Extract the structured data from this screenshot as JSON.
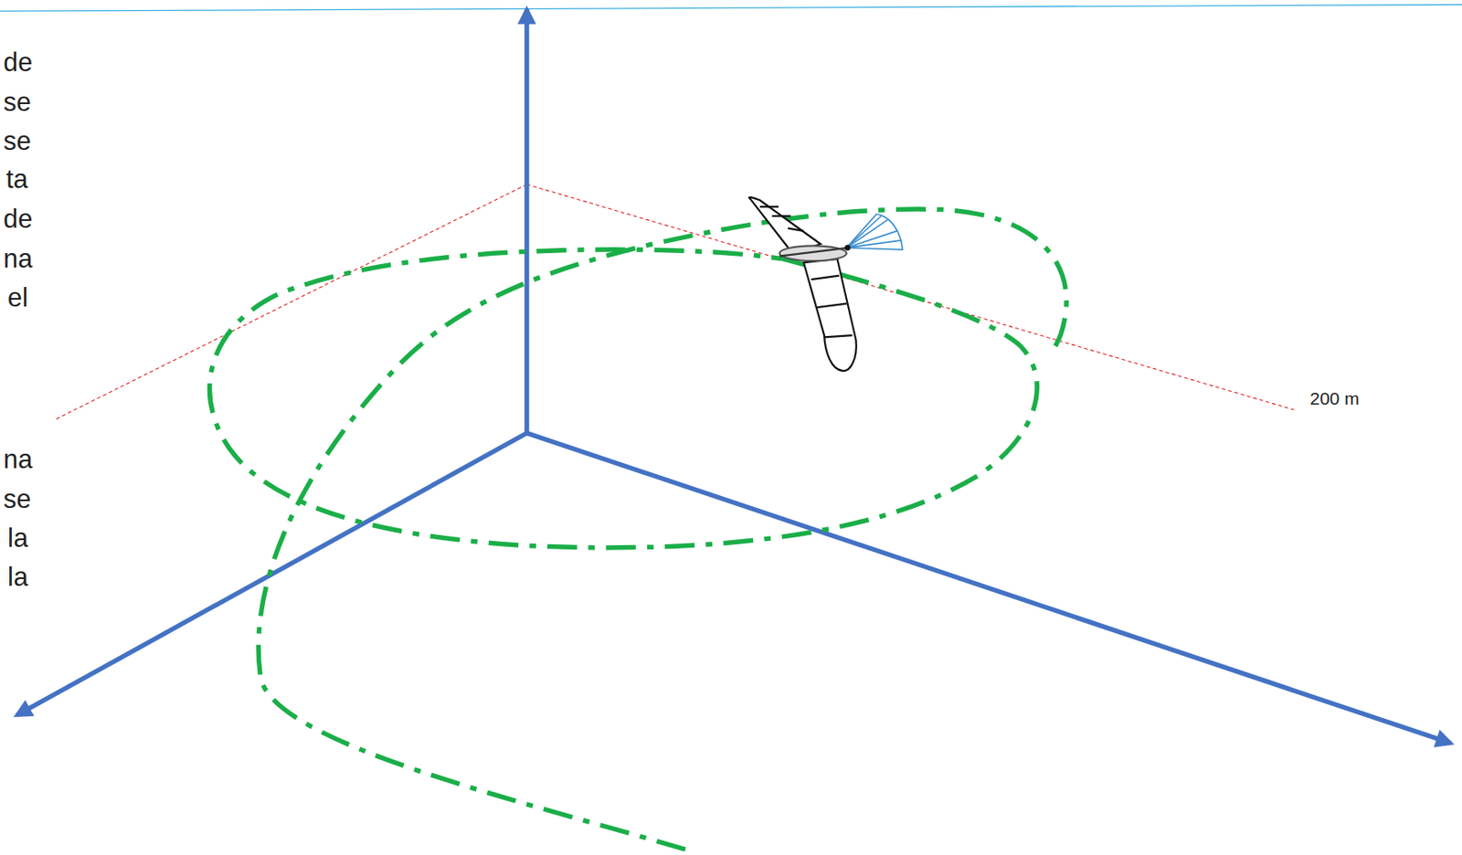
{
  "diagram": {
    "labels": [
      "de",
      "se",
      "se",
      "ta",
      "de",
      "na",
      "el",
      "na",
      "se",
      "la",
      "la",
      "200 m"
    ]
  }
}
